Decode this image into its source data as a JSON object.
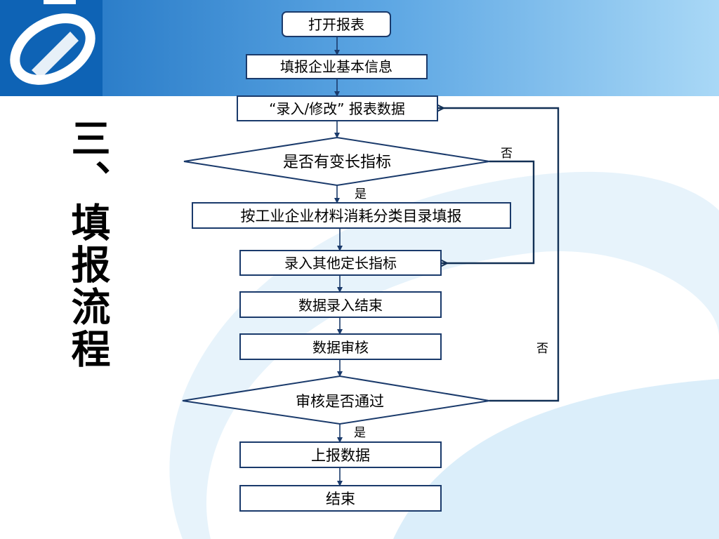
{
  "slide": {
    "title": "三、填报流程",
    "colors": {
      "banner_left": "#1a6fc0",
      "banner_right": "#a9d8f6",
      "logo_box": "#0e63b5",
      "logo_mark": "#ffffff",
      "swoosh": "#dbeefa",
      "box_border": "#1a3a6b",
      "line": "#1a3a6b",
      "feedback_line": "#123055"
    }
  },
  "flow": {
    "nodes": [
      {
        "id": "open",
        "label": "打开报表",
        "shape": "rounded"
      },
      {
        "id": "fill_info",
        "label": "填报企业基本信息",
        "shape": "rect"
      },
      {
        "id": "enter",
        "label": "“录入/修改” 报表数据",
        "shape": "rect"
      },
      {
        "id": "decision_var",
        "label": "是否有变长指标",
        "shape": "diamond"
      },
      {
        "id": "by_catalog",
        "label": "按工业企业材料消耗分类目录填报",
        "shape": "rect"
      },
      {
        "id": "other_fixed",
        "label": "录入其他定长指标",
        "shape": "rect"
      },
      {
        "id": "entry_done",
        "label": "数据录入结束",
        "shape": "rect"
      },
      {
        "id": "audit",
        "label": "数据审核",
        "shape": "rect"
      },
      {
        "id": "decision_pass",
        "label": "审核是否通过",
        "shape": "diamond"
      },
      {
        "id": "submit",
        "label": "上报数据",
        "shape": "rect"
      },
      {
        "id": "end",
        "label": "结束",
        "shape": "rect"
      }
    ],
    "edge_labels": {
      "var_no": "否",
      "var_yes": "是",
      "pass_no": "否",
      "pass_yes": "是"
    }
  }
}
